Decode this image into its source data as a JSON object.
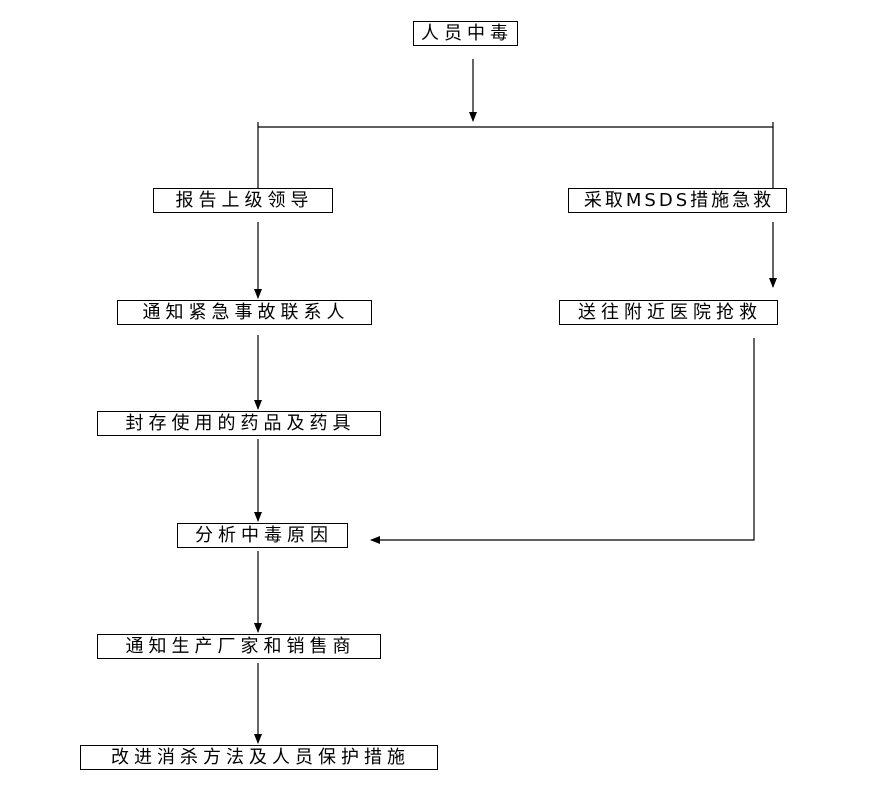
{
  "nodes": {
    "top": "人员中毒",
    "left1": "报告上级领导",
    "left2": "通知紧急事故联系人",
    "left3": "封存使用的药品及药具",
    "left4": "分析中毒原因",
    "left5": "通知生产厂家和销售商",
    "left6": "改进消杀方法及人员保护措施",
    "right1": "采取MSDS措施急救",
    "right2": "送往附近医院抢救"
  },
  "colors": {
    "line": "#000000",
    "box_border": "#000000",
    "text": "#000000",
    "background": "#ffffff"
  }
}
